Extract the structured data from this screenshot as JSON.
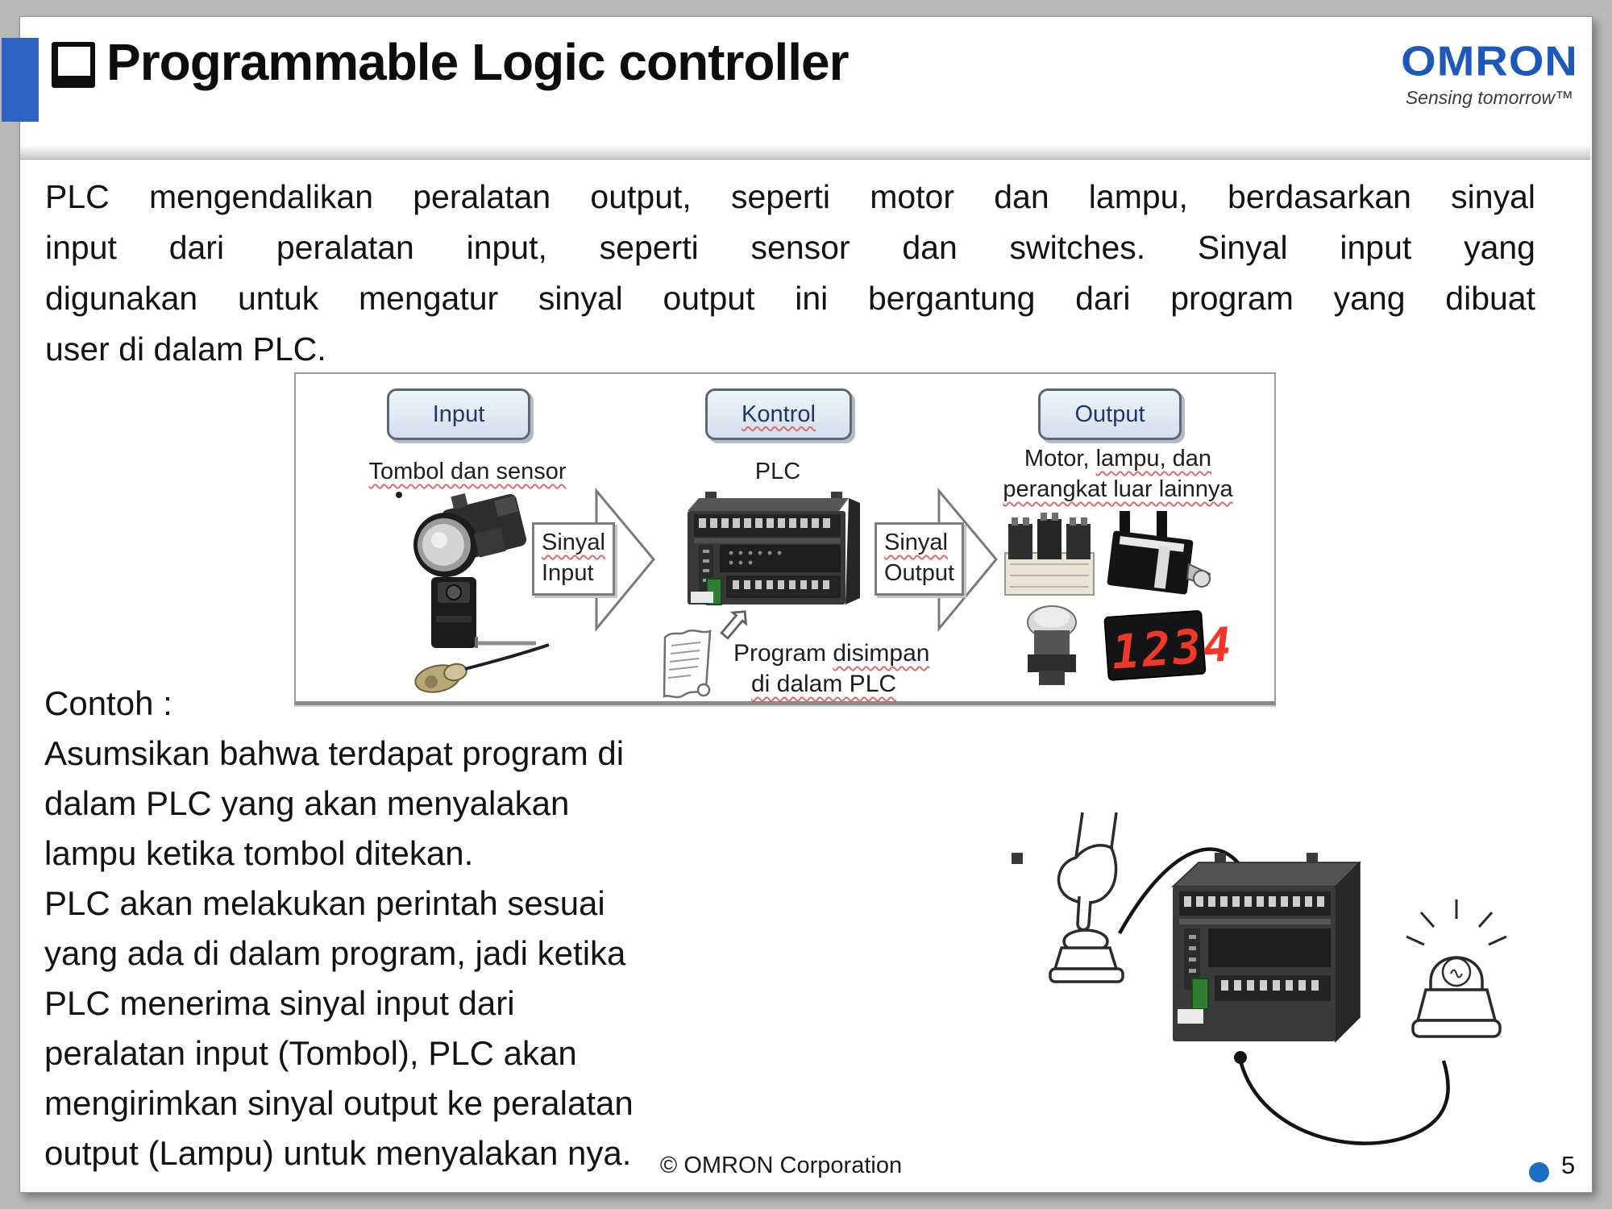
{
  "title": {
    "bullet_icon": "checkbox-outline-square",
    "text": "Programmable Logic controller"
  },
  "logo": {
    "brand": "OMRON",
    "tagline": "Sensing tomorrow™"
  },
  "intro": {
    "lines": [
      "PLC mengendalikan peralatan output, seperti motor dan lampu, berdasarkan sinyal",
      "input dari peralatan input, seperti sensor dan switches. Sinyal input yang",
      "digunakan untuk mengatur sinyal output ini bergantung dari program yang dibuat",
      "user di dalam PLC."
    ]
  },
  "diagram": {
    "input_box": "Input",
    "kontrol_box": "Kontrol",
    "output_box": "Output",
    "input_label": "Tombol dan sensor",
    "kontrol_label": "PLC",
    "output_label_word1": "Motor, ",
    "output_label_wavy": "lampu, dan",
    "output_label_line2": "perangkat luar lainnya",
    "arrow_in_word1": "Sinyal",
    "arrow_in_word2": "Input",
    "arrow_out_word1": "Sinyal",
    "arrow_out_word2": "Output",
    "note_word1": "Program ",
    "note_word2": "disimpan",
    "note_line2": "di dalam PLC",
    "display_value": "1234",
    "icons": [
      "pushbutton-photo",
      "photoelectric-sensor-photo",
      "connector-photo",
      "plc-photo",
      "program-scroll-icon",
      "up-right-block-arrow-icon",
      "relay-block-photo",
      "servo-motor-photo",
      "pushbutton-small-photo",
      "seven-segment-display-photo",
      "block-arrow-right"
    ]
  },
  "example": {
    "heading": "Contoh :",
    "lines": [
      "Asumsikan bahwa terdapat program di",
      "dalam PLC yang akan menyalakan",
      "lampu ketika tombol ditekan.",
      "PLC akan melakukan perintah sesuai",
      "yang ada di dalam program, jadi ketika",
      "PLC menerima sinyal input dari",
      "peralatan input (Tombol), PLC akan",
      "mengirimkan sinyal output ke peralatan",
      "output (Lampu) untuk menyalakan nya."
    ],
    "illustration_icons": [
      "hand-press-button-drawing",
      "plc-drawing",
      "lamp-drawing",
      "wire-lines"
    ]
  },
  "footer": {
    "copyright": "© OMRON Corporation",
    "page_number": "5"
  },
  "colors": {
    "accent-bar": "#2d63c4",
    "omron-blue": "#1d58bb",
    "page-dot": "#1a6fc4",
    "wavy-red": "#e06a6a",
    "display-red": "#ef382a"
  }
}
